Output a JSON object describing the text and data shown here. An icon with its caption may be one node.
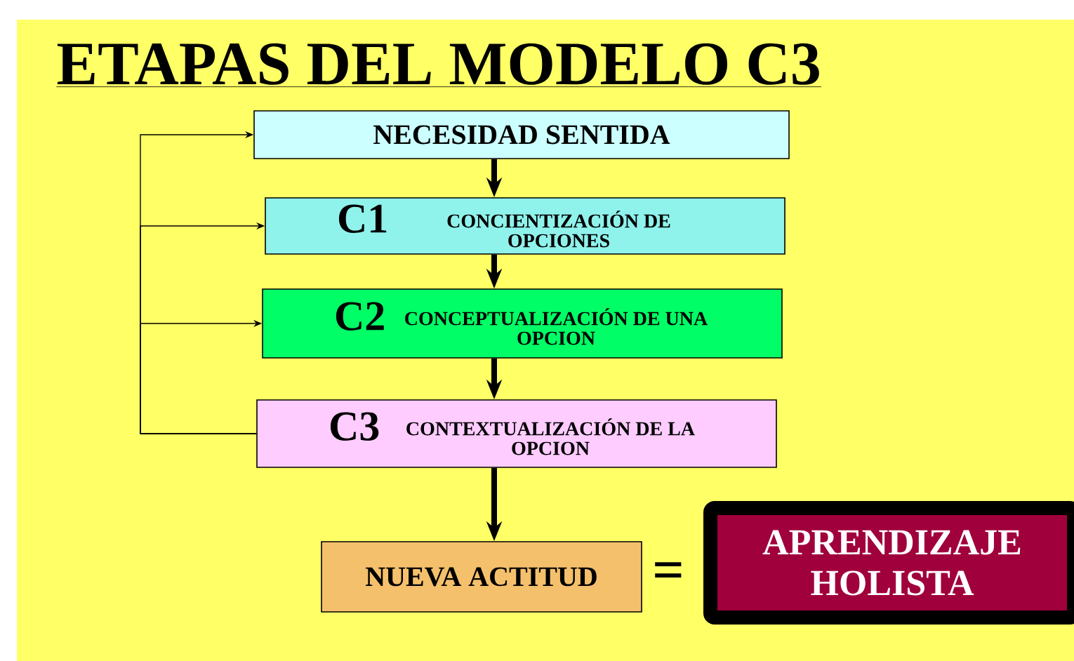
{
  "diagram": {
    "title": "ETAPAS DEL MODELO C3",
    "nodes": [
      {
        "text": [
          "NECESIDAD SENTIDA"
        ]
      },
      {
        "text": [
          "C1",
          "CONCIENTIZACIÓN DE OPCIONES"
        ]
      },
      {
        "text": [
          "C2",
          "CONCEPTUALIZACIÓN DE UNA OPCION"
        ]
      },
      {
        "text": [
          "C3",
          "CONTEXTUALIZACIÓN DE LA OPCION"
        ]
      },
      {
        "text": [
          "NUEVA ACTITUD"
        ]
      },
      {
        "text": [
          "APRENDIZAJE HOLISTA"
        ]
      }
    ],
    "edges": [
      {
        "from": 0,
        "to": 1,
        "arrow": "to"
      },
      {
        "from": 1,
        "to": 2,
        "arrow": "to"
      },
      {
        "from": 2,
        "to": 3,
        "arrow": "to"
      },
      {
        "from": 3,
        "to": 4,
        "arrow": "to"
      },
      {
        "from": 3,
        "to": 0,
        "arrow": "to"
      },
      {
        "from": 3,
        "to": 1,
        "arrow": "to"
      },
      {
        "from": 3,
        "to": 2,
        "arrow": "to"
      }
    ],
    "labels": [
      "="
    ]
  }
}
